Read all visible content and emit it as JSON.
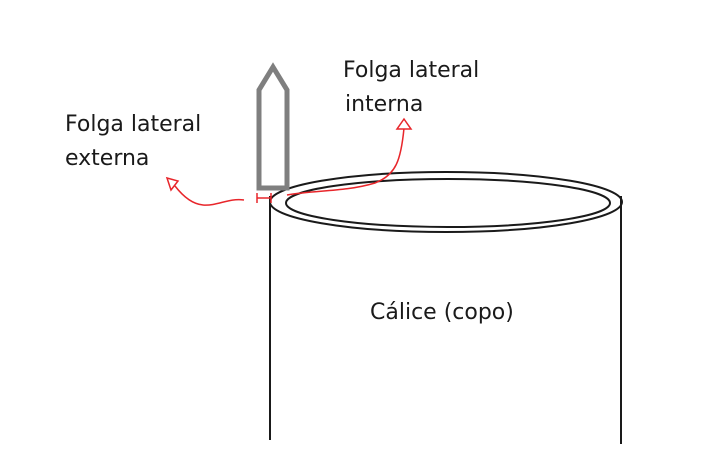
{
  "labels": {
    "internal_gap_line1": "Folga lateral",
    "internal_gap_line2": "interna",
    "external_gap_line1": "Folga lateral",
    "external_gap_line2": "externa",
    "cup": "Cálice (copo)"
  },
  "colors": {
    "outline": "#1a1a1a",
    "pillar": "#7f7f7f",
    "annotation": "#e8262b",
    "background": "#ffffff"
  }
}
